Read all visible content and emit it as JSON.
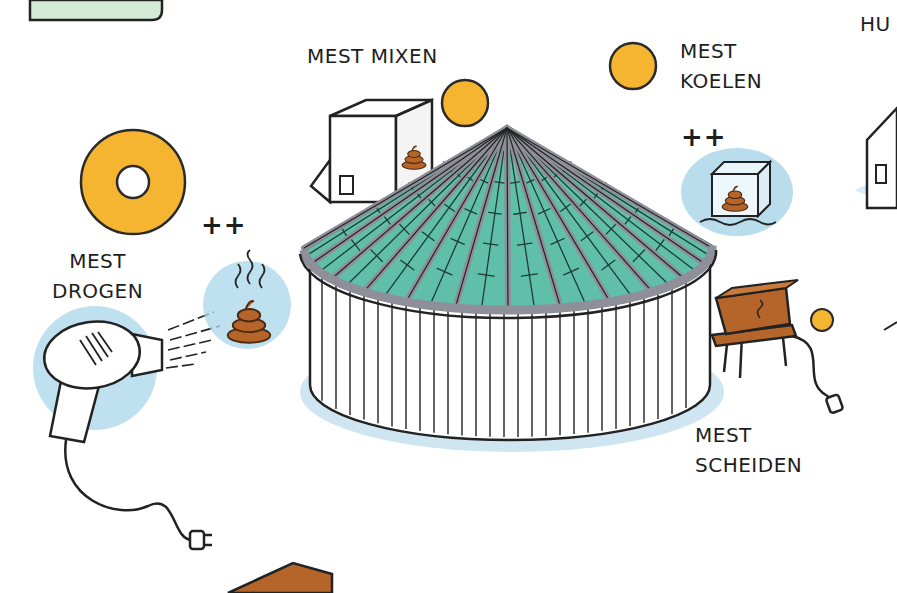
{
  "diagram": {
    "labels": [
      "MEST MIXEN",
      "MEST KOELEN",
      "MEST DROGEN",
      "MEST SCHEIDEN",
      "++",
      "++",
      "HU"
    ]
  }
}
